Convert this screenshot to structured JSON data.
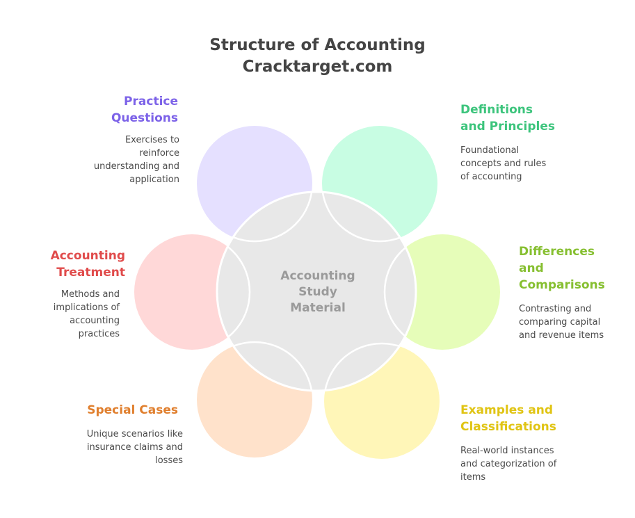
{
  "title": {
    "line1": "Structure of Accounting",
    "line2": "Cracktarget.com"
  },
  "center": {
    "label_line1": "Accounting",
    "label_line2": "Study",
    "label_line3": "Material",
    "fill": "#e8e8e8",
    "text_color": "#9a9a9a"
  },
  "segments": [
    {
      "id": "practice-questions",
      "title_line1": "Practice",
      "title_line2": "Questions",
      "desc_lines": [
        "Exercises to",
        "reinforce",
        "understanding and",
        "application"
      ],
      "fill": "#e5e0ff",
      "title_color": "#7c62e8"
    },
    {
      "id": "definitions-and-principles",
      "title_line1": "Definitions",
      "title_line2": "and Principles",
      "desc_lines": [
        "Foundational",
        "concepts and rules",
        "of accounting"
      ],
      "fill": "#c8fde3",
      "title_color": "#3cc47c"
    },
    {
      "id": "differences-and-comparisons",
      "title_line1": "Differences",
      "title_line2": "and",
      "title_line3": "Comparisons",
      "desc_lines": [
        "Contrasting and",
        "comparing capital",
        "and revenue items"
      ],
      "fill": "#e6fdb9",
      "title_color": "#86bf30"
    },
    {
      "id": "examples-and-classifications",
      "title_line1": "Examples and",
      "title_line2": "Classifications",
      "desc_lines": [
        "Real-world instances",
        "and categorization of",
        "items"
      ],
      "fill": "#fff6b8",
      "title_color": "#e0c414"
    },
    {
      "id": "special-cases",
      "title_line1": "Special Cases",
      "desc_lines": [
        "Unique scenarios like",
        "insurance claims and",
        "losses"
      ],
      "fill": "#ffe2cb",
      "title_color": "#e07f2e"
    },
    {
      "id": "accounting-treatment",
      "title_line1": "Accounting",
      "title_line2": "Treatment",
      "desc_lines": [
        "Methods and",
        "implications of",
        "accounting",
        "practices"
      ],
      "fill": "#ffd8d8",
      "title_color": "#e04b4b"
    }
  ]
}
